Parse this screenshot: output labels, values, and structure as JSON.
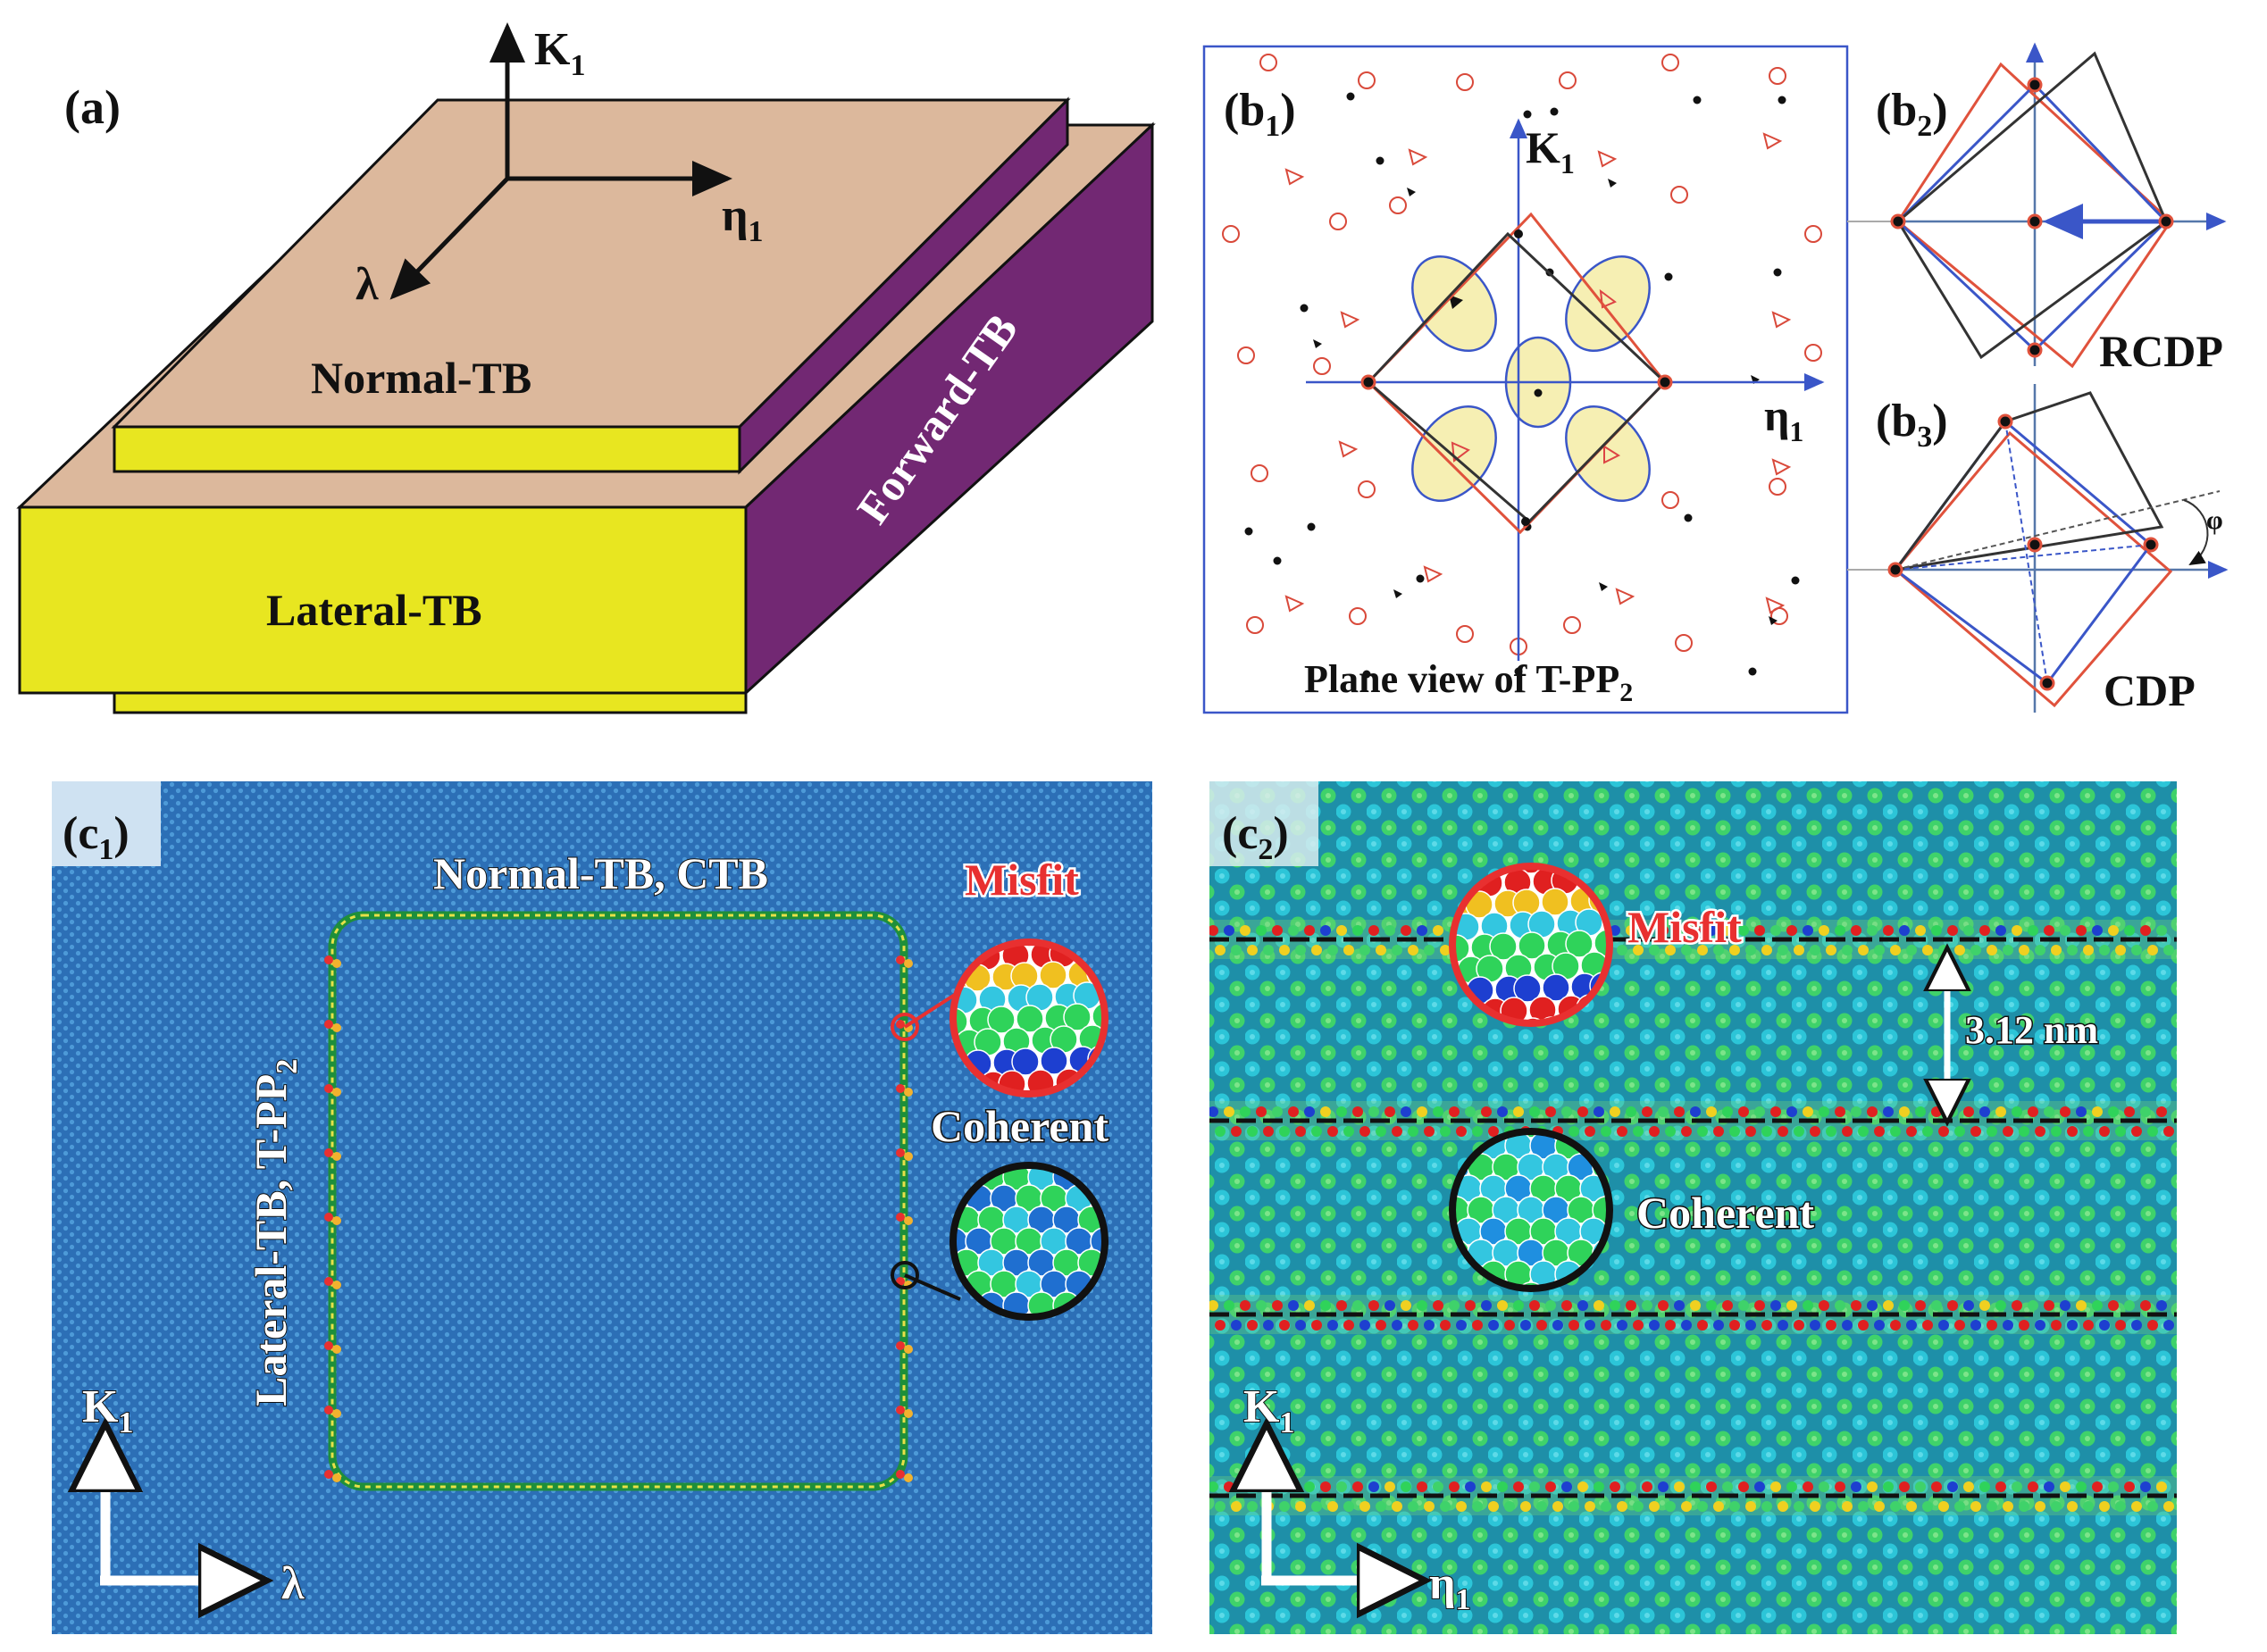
{
  "panel_a": {
    "label": "(a)",
    "axis_k1": "K",
    "axis_k1_sub": "1",
    "axis_eta1": "η",
    "axis_eta1_sub": "1",
    "axis_lambda": "λ",
    "normal_tb": "Normal-TB",
    "forward_tb": "Forward-TB",
    "lateral_tb": "Lateral-TB",
    "colors": {
      "top": "#dcb89c",
      "front": "#e8e620",
      "side": "#722873"
    }
  },
  "panel_b1": {
    "label": "(b",
    "label_sub": "1",
    "axis_k1": "K",
    "axis_k1_sub": "1",
    "axis_eta1": "η",
    "axis_eta1_sub": "1",
    "caption": "Plane view of T-PP",
    "caption_sub": "2"
  },
  "panel_b2": {
    "label": "(b",
    "label_sub": "2",
    "caption": "RCDP"
  },
  "panel_b3": {
    "label": "(b",
    "label_sub": "3",
    "caption": "CDP",
    "angle": "φ"
  },
  "panel_c1": {
    "label": "(c",
    "label_sub": "1",
    "normal_tb_ctb": "Normal-TB, CTB",
    "lateral_tb": "Lateral-TB, T-PP",
    "lateral_tb_sub": "2",
    "misfit": "Misfit",
    "coherent": "Coherent",
    "axis_k1": "K",
    "axis_k1_sub": "1",
    "axis_lambda": "λ",
    "colors": {
      "background": "#2c6fb6"
    }
  },
  "panel_c2": {
    "label": "(c",
    "label_sub": "2",
    "misfit": "Misfit",
    "coherent": "Coherent",
    "spacing": "3.12 nm",
    "axis_k1": "K",
    "axis_k1_sub": "1",
    "axis_eta1": "η",
    "axis_eta1_sub": "1"
  }
}
